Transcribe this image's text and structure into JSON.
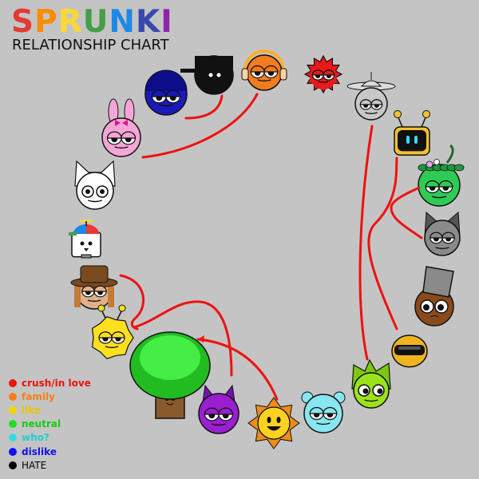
{
  "title": "SPRUNKI",
  "title_colors": [
    "#e53935",
    "#fb8c00",
    "#fdd835",
    "#43a047",
    "#1e88e5",
    "#3949ab",
    "#8e24aa"
  ],
  "subtitle": "RELATIONSHIP CHART",
  "legend": [
    {
      "label": "crush/in love",
      "color": "#ee1111",
      "text_color": "#ee1111"
    },
    {
      "label": "family",
      "color": "#f57f17",
      "text_color": "#f57f17"
    },
    {
      "label": "like",
      "color": "#f2d600",
      "text_color": "#e8c400"
    },
    {
      "label": "neutral",
      "color": "#22dd22",
      "text_color": "#11cc11"
    },
    {
      "label": "who?",
      "color": "#33dddd",
      "text_color": "#22cccc"
    },
    {
      "label": "dislike",
      "color": "#1111ee",
      "text_color": "#1111ee"
    },
    {
      "label": "HATE",
      "color": "#000000",
      "text_color": "#000000"
    }
  ],
  "characters": [
    {
      "name": "black",
      "body_color": "#111111",
      "accessory": "cap"
    },
    {
      "name": "orange",
      "body_color": "#f47c20",
      "accessory": "headphones"
    },
    {
      "name": "red",
      "body_color": "#e81a1a",
      "accessory": "spikes"
    },
    {
      "name": "blue",
      "body_color": "#1a1ab8",
      "accessory": "beanie"
    },
    {
      "name": "pink",
      "body_color": "#f5a6d6",
      "accessory": "bunny-ears"
    },
    {
      "name": "white",
      "body_color": "#ffffff",
      "accessory": "cat-ears"
    },
    {
      "name": "computer",
      "body_color": "#ffffff",
      "accessory": "propeller-cap"
    },
    {
      "name": "brown",
      "body_color": "#e0b089",
      "accessory": "fedora"
    },
    {
      "name": "yellow",
      "body_color": "#ffe020",
      "accessory": "antennae"
    },
    {
      "name": "tree",
      "body_color": "#22cc22",
      "accessory": "trunk"
    },
    {
      "name": "purple",
      "body_color": "#9a1fd0",
      "accessory": "horns"
    },
    {
      "name": "sun",
      "body_color": "#ffd21f",
      "accessory": "rays"
    },
    {
      "name": "cyan",
      "body_color": "#88e6f0",
      "accessory": "bear-ears"
    },
    {
      "name": "lime",
      "body_color": "#9be21a",
      "accessory": "flame-hair"
    },
    {
      "name": "gold-robot",
      "body_color": "#f0b41e",
      "accessory": "visor"
    },
    {
      "name": "dark-brown",
      "body_color": "#8b4a1c",
      "accessory": "bucket"
    },
    {
      "name": "gray-cat",
      "body_color": "#8a8a8a",
      "accessory": "cat-ears"
    },
    {
      "name": "vine",
      "body_color": "#2ecc55",
      "accessory": "leaves"
    },
    {
      "name": "robot",
      "body_color": "#111111",
      "accessory": "antennae-screen"
    },
    {
      "name": "gray",
      "body_color": "#c8c8c8",
      "accessory": "hat"
    }
  ],
  "relationships": [
    {
      "from": "pink",
      "to": "orange",
      "type": "crush/in love"
    },
    {
      "from": "blue",
      "to": "black",
      "type": "crush/in love"
    },
    {
      "from": "brown",
      "to": "yellow",
      "type": "crush/in love"
    },
    {
      "from": "tree",
      "to": "yellow",
      "type": "crush/in love"
    },
    {
      "from": "sun",
      "to": "tree",
      "type": "crush/in love"
    },
    {
      "from": "lime",
      "to": "gray",
      "type": "crush/in love"
    },
    {
      "from": "gold-robot",
      "to": "robot",
      "type": "crush/in love"
    },
    {
      "from": "gray-cat",
      "to": "vine",
      "type": "crush/in love"
    }
  ]
}
